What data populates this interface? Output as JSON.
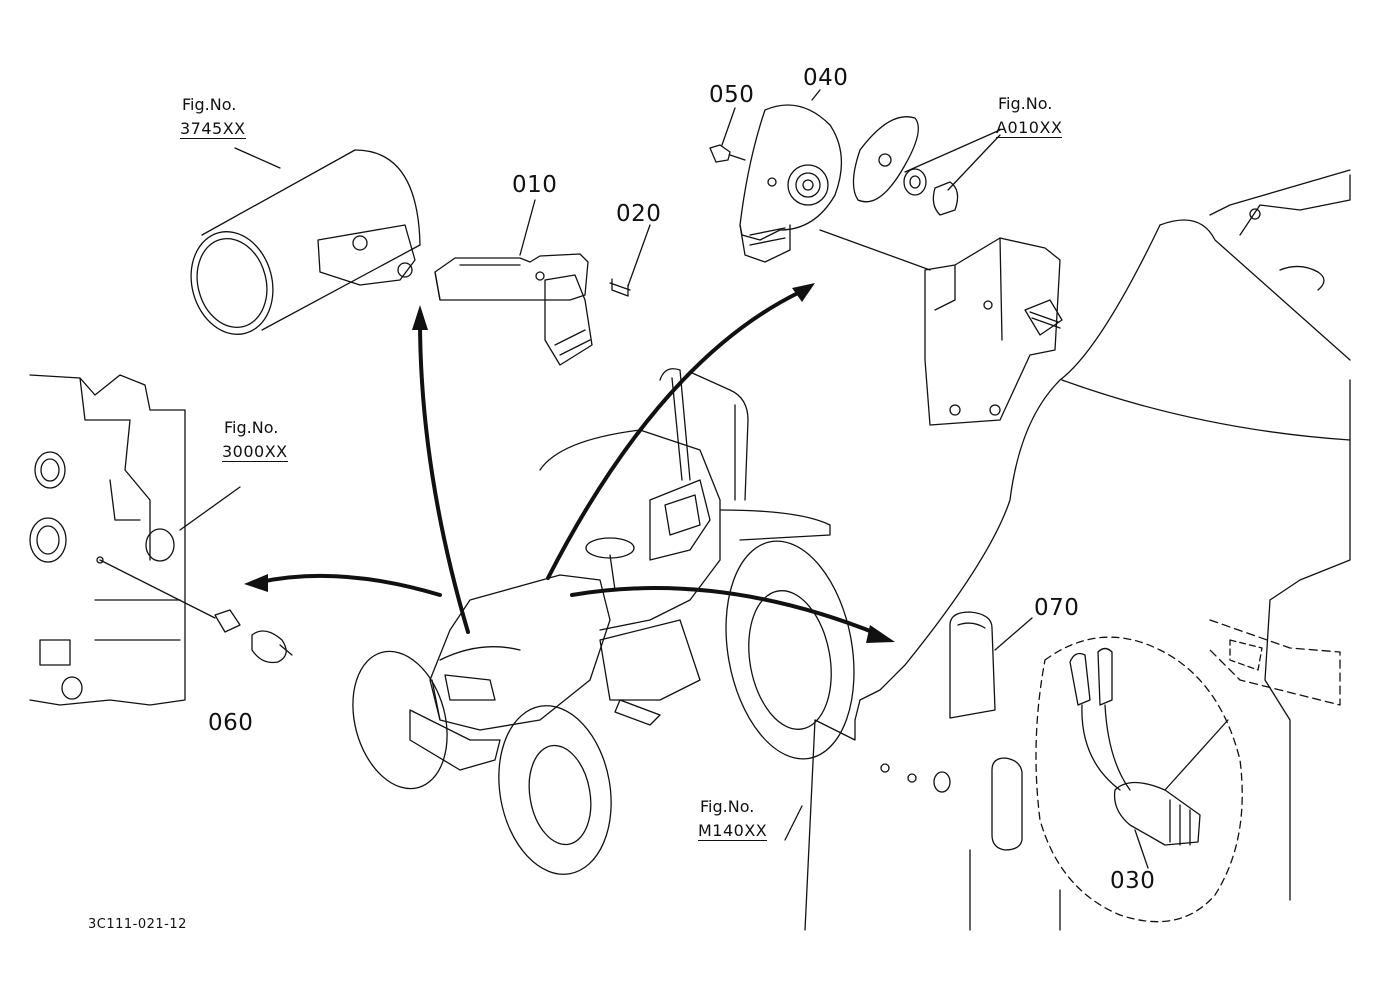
{
  "diagram": {
    "part_numbers": {
      "p010": "010",
      "p020": "020",
      "p030": "030",
      "p040": "040",
      "p050": "050",
      "p060": "060",
      "p070": "070"
    },
    "figure_refs": {
      "f3745": {
        "title": "Fig.No.",
        "code": "3745XX"
      },
      "fA010": {
        "title": "Fig.No.",
        "code": "A010XX"
      },
      "f3000": {
        "title": "Fig.No.",
        "code": "3000XX"
      },
      "fM140": {
        "title": "Fig.No.",
        "code": "M140XX"
      }
    },
    "drawing_ref": "3C111-021-12"
  }
}
